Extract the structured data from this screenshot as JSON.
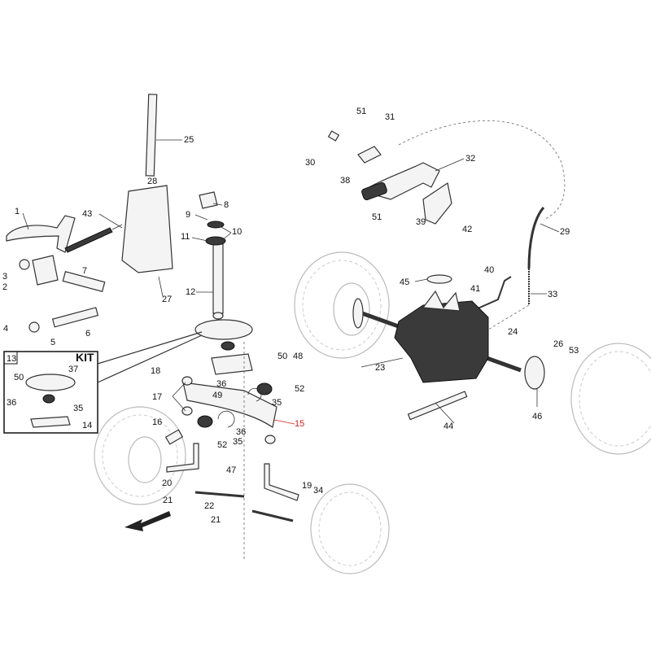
{
  "diagram": {
    "title": "Steering and transmission exploded parts diagram",
    "kit_box": {
      "number": "13",
      "label": "KIT"
    },
    "highlight_color": "#d0201c",
    "labels": [
      "25",
      "28",
      "43",
      "1",
      "8",
      "9",
      "10",
      "11",
      "3",
      "2",
      "7",
      "12",
      "27",
      "4",
      "5",
      "6",
      "37",
      "50",
      "36",
      "35",
      "14",
      "18",
      "50",
      "48",
      "36",
      "52",
      "49",
      "17",
      "35",
      "36",
      "15",
      "16",
      "52",
      "35",
      "20",
      "47",
      "22",
      "21",
      "21",
      "19",
      "34",
      "51",
      "31",
      "30",
      "32",
      "38",
      "51",
      "39",
      "42",
      "29",
      "40",
      "45",
      "41",
      "33",
      "24",
      "26",
      "53",
      "23",
      "46",
      "44"
    ],
    "highlighted_label": "15"
  }
}
